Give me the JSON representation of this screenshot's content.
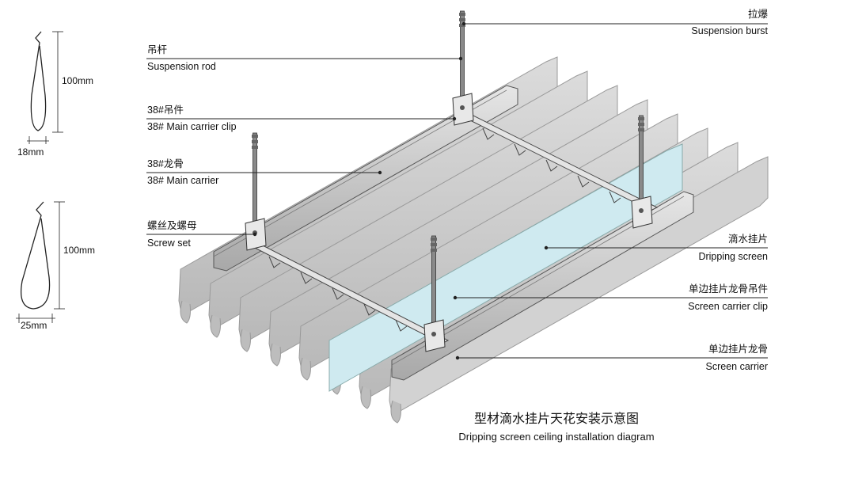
{
  "profiles": {
    "small": {
      "height": "100mm",
      "width": "18mm"
    },
    "large": {
      "height": "100mm",
      "width": "25mm"
    }
  },
  "labels": {
    "suspension_burst": {
      "cn": "拉爆",
      "en": "Suspension burst"
    },
    "suspension_rod": {
      "cn": "吊杆",
      "en": "Suspension rod"
    },
    "main_carrier_clip": {
      "cn": "38#吊件",
      "en": "38# Main carrier clip"
    },
    "main_carrier": {
      "cn": "38#龙骨",
      "en": "38# Main carrier"
    },
    "screw_set": {
      "cn": "螺丝及螺母",
      "en": "Screw set"
    },
    "dripping_screen": {
      "cn": "滴水挂片",
      "en": "Dripping screen"
    },
    "screen_carrier_clip": {
      "cn": "单边挂片龙骨吊件",
      "en": "Screen carrier clip"
    },
    "screen_carrier": {
      "cn": "单边挂片龙骨",
      "en": "Screen carrier"
    }
  },
  "title": {
    "cn": "型材滴水挂片天花安装示意图",
    "en": "Dripping screen ceiling installation diagram"
  },
  "colors": {
    "panel": "#c9c9c9",
    "panel_edge": "#9a9a9a",
    "screen": "#cfeaf0",
    "metal": "#d8d8d8",
    "line": "#222222"
  }
}
